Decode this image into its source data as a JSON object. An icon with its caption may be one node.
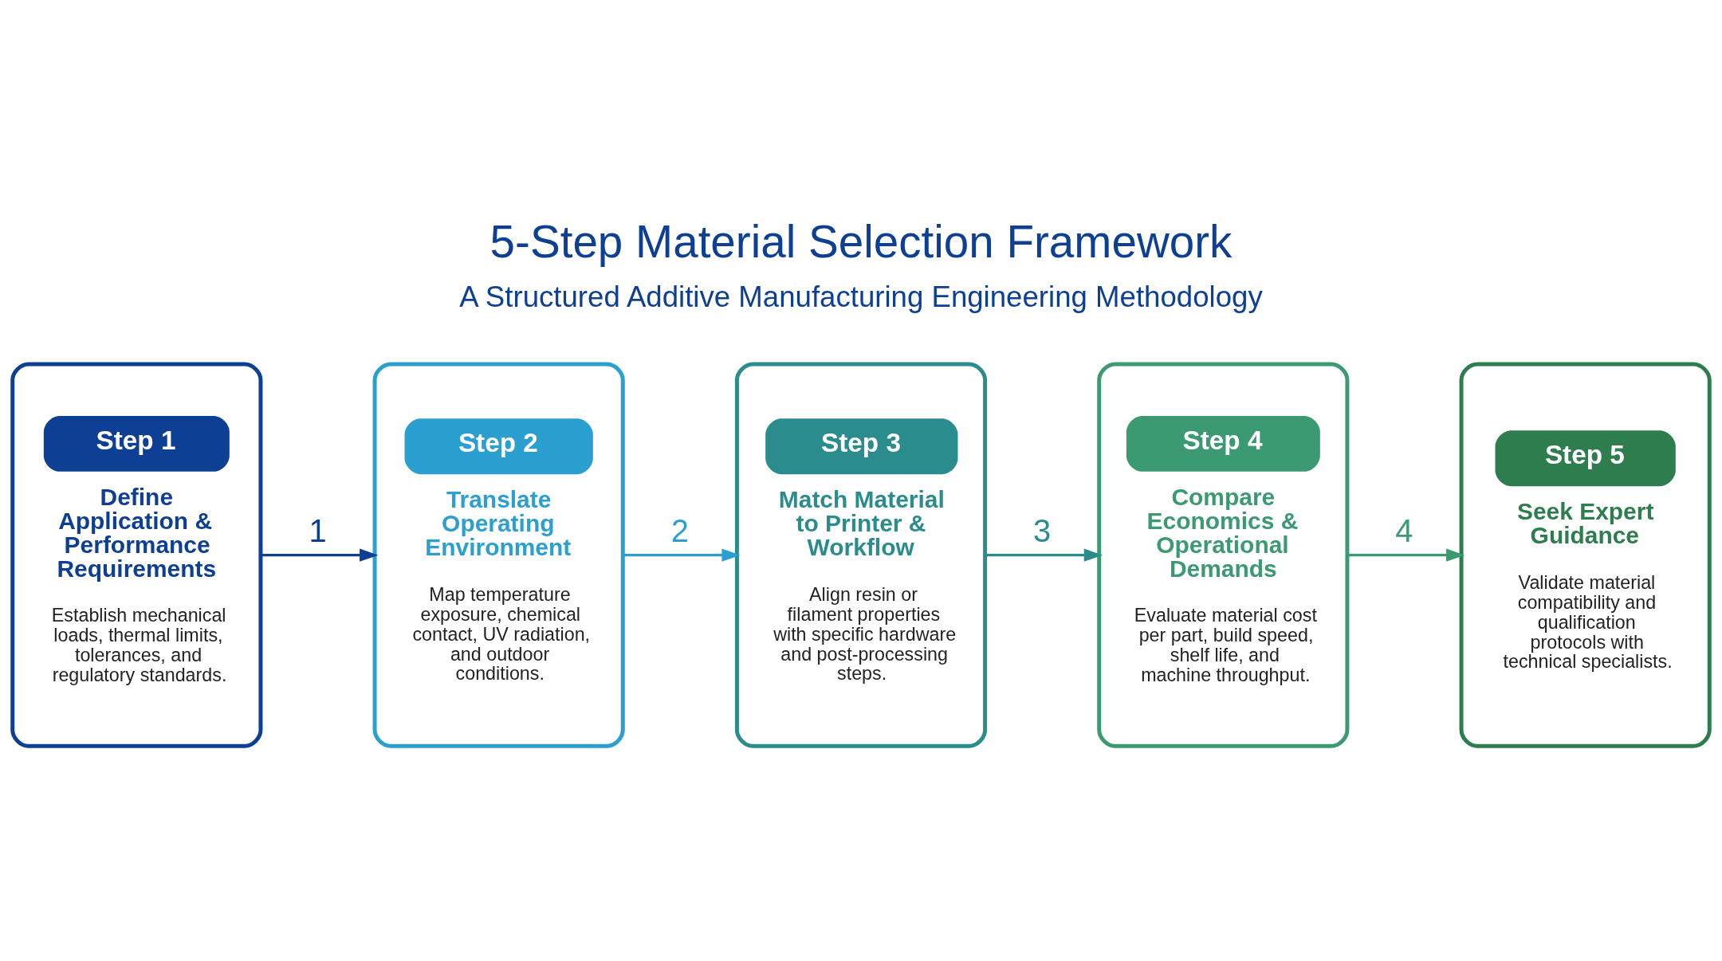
{
  "diagram": {
    "title": "5-Step Material Selection Framework",
    "nodes": [
      {
        "text": [
          "Step 1",
          "Define Application & Performance Requirements",
          "Establish mechanical loads, thermal limits, tolerances, and regulatory standards."
        ]
      },
      {
        "text": [
          "Step 2",
          "Translate Operating Environment",
          "Map temperature exposure, chemical contact, UV radiation, and outdoor conditions."
        ]
      },
      {
        "text": [
          "Step 3",
          "Match Material to Printer & Workflow",
          "Align resin or filament properties with specific hardware and post-processing steps."
        ]
      },
      {
        "text": [
          "Step 4",
          "Compare Economics & Operational Demands",
          "Evaluate material cost per part, build speed, shelf life, and machine throughput."
        ]
      },
      {
        "text": [
          "Step 5",
          "Seek Expert Guidance",
          "Validate material compatibility and qualification protocols with technical specialists."
        ]
      }
    ],
    "edges": [
      {
        "from": 0,
        "to": 1,
        "arrow": "to",
        "label": "1",
        "color": "#0d3f94"
      },
      {
        "from": 1,
        "to": 2,
        "arrow": "to",
        "label": "2",
        "color": "#2a9fd0"
      },
      {
        "from": 2,
        "to": 3,
        "arrow": "to",
        "label": "3",
        "color": "#2a8c8c"
      },
      {
        "from": 3,
        "to": 4,
        "arrow": "to",
        "label": "4",
        "color": "#3b9a72"
      }
    ],
    "labels": [
      "A Structured Additive Manufacturing Engineering Methodology"
    ]
  }
}
